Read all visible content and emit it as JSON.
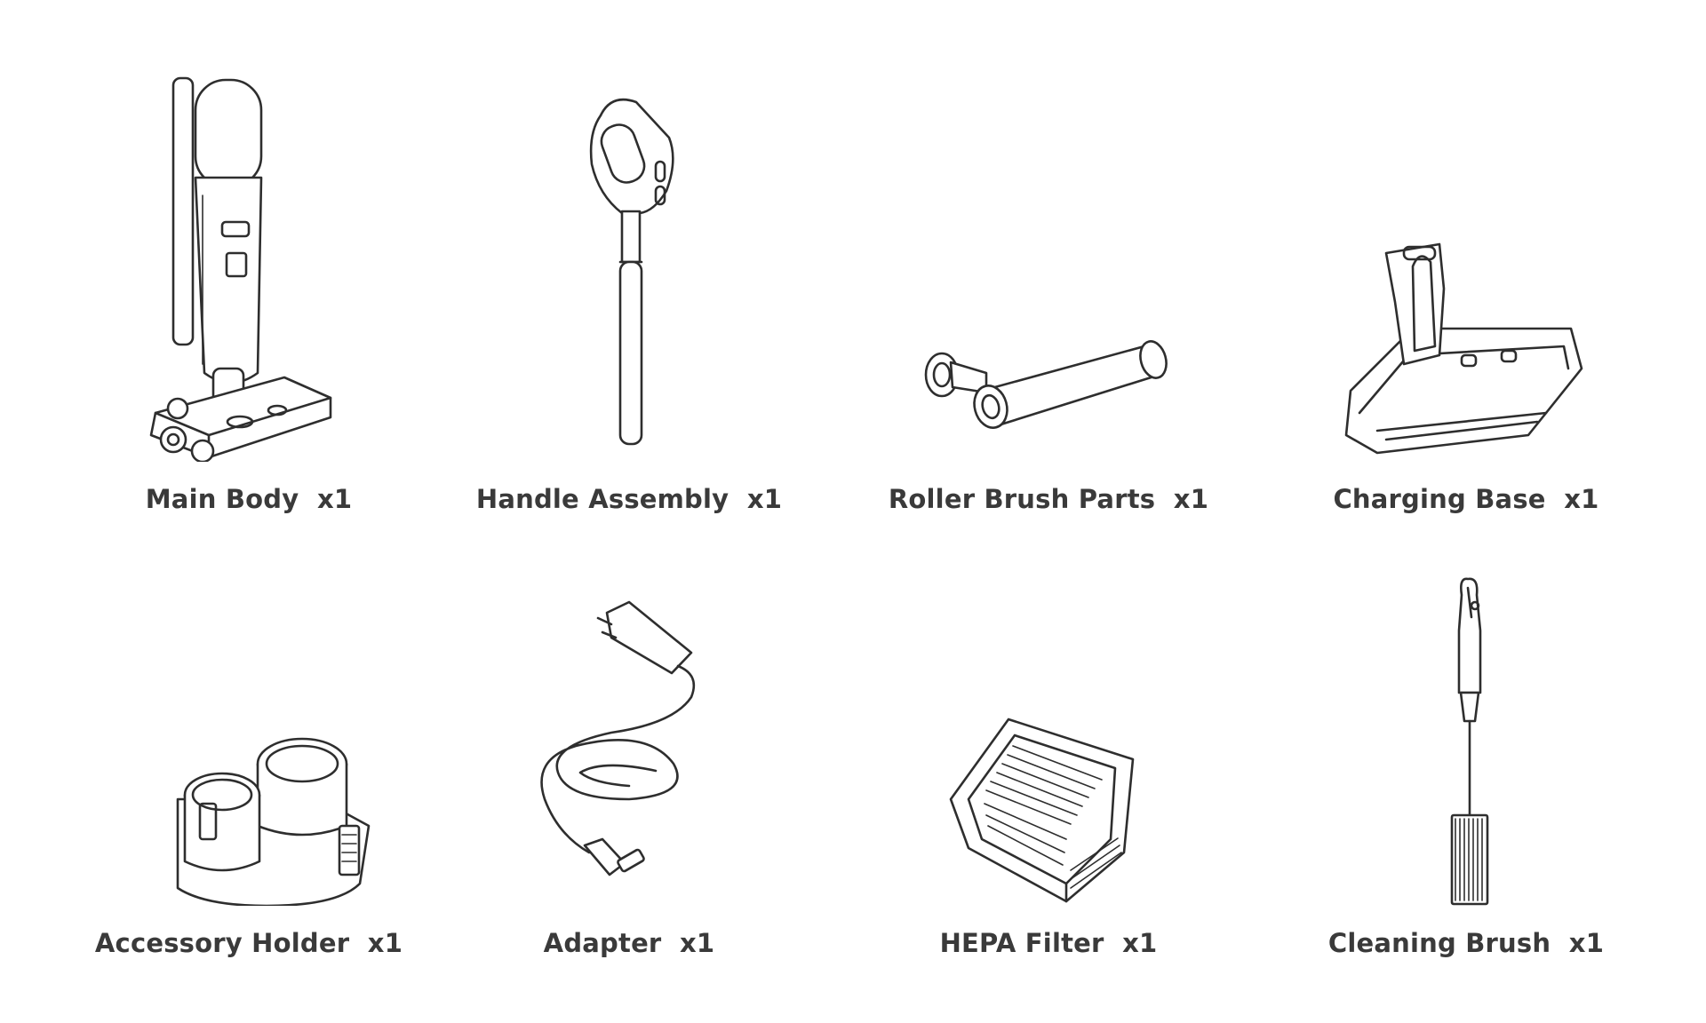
{
  "items": [
    {
      "label": "Main Body  x1",
      "icon": "stick-vacuum-main-body-icon"
    },
    {
      "label": "Handle Assembly  x1",
      "icon": "handle-assembly-icon"
    },
    {
      "label": "Roller Brush Parts  x1",
      "icon": "roller-brush-icon"
    },
    {
      "label": "Charging Base  x1",
      "icon": "charging-base-icon"
    },
    {
      "label": "Accessory Holder  x1",
      "icon": "accessory-holder-icon"
    },
    {
      "label": "Adapter  x1",
      "icon": "power-adapter-icon"
    },
    {
      "label": "HEPA Filter  x1",
      "icon": "hepa-filter-icon"
    },
    {
      "label": "Cleaning Brush  x1",
      "icon": "cleaning-brush-icon"
    }
  ]
}
